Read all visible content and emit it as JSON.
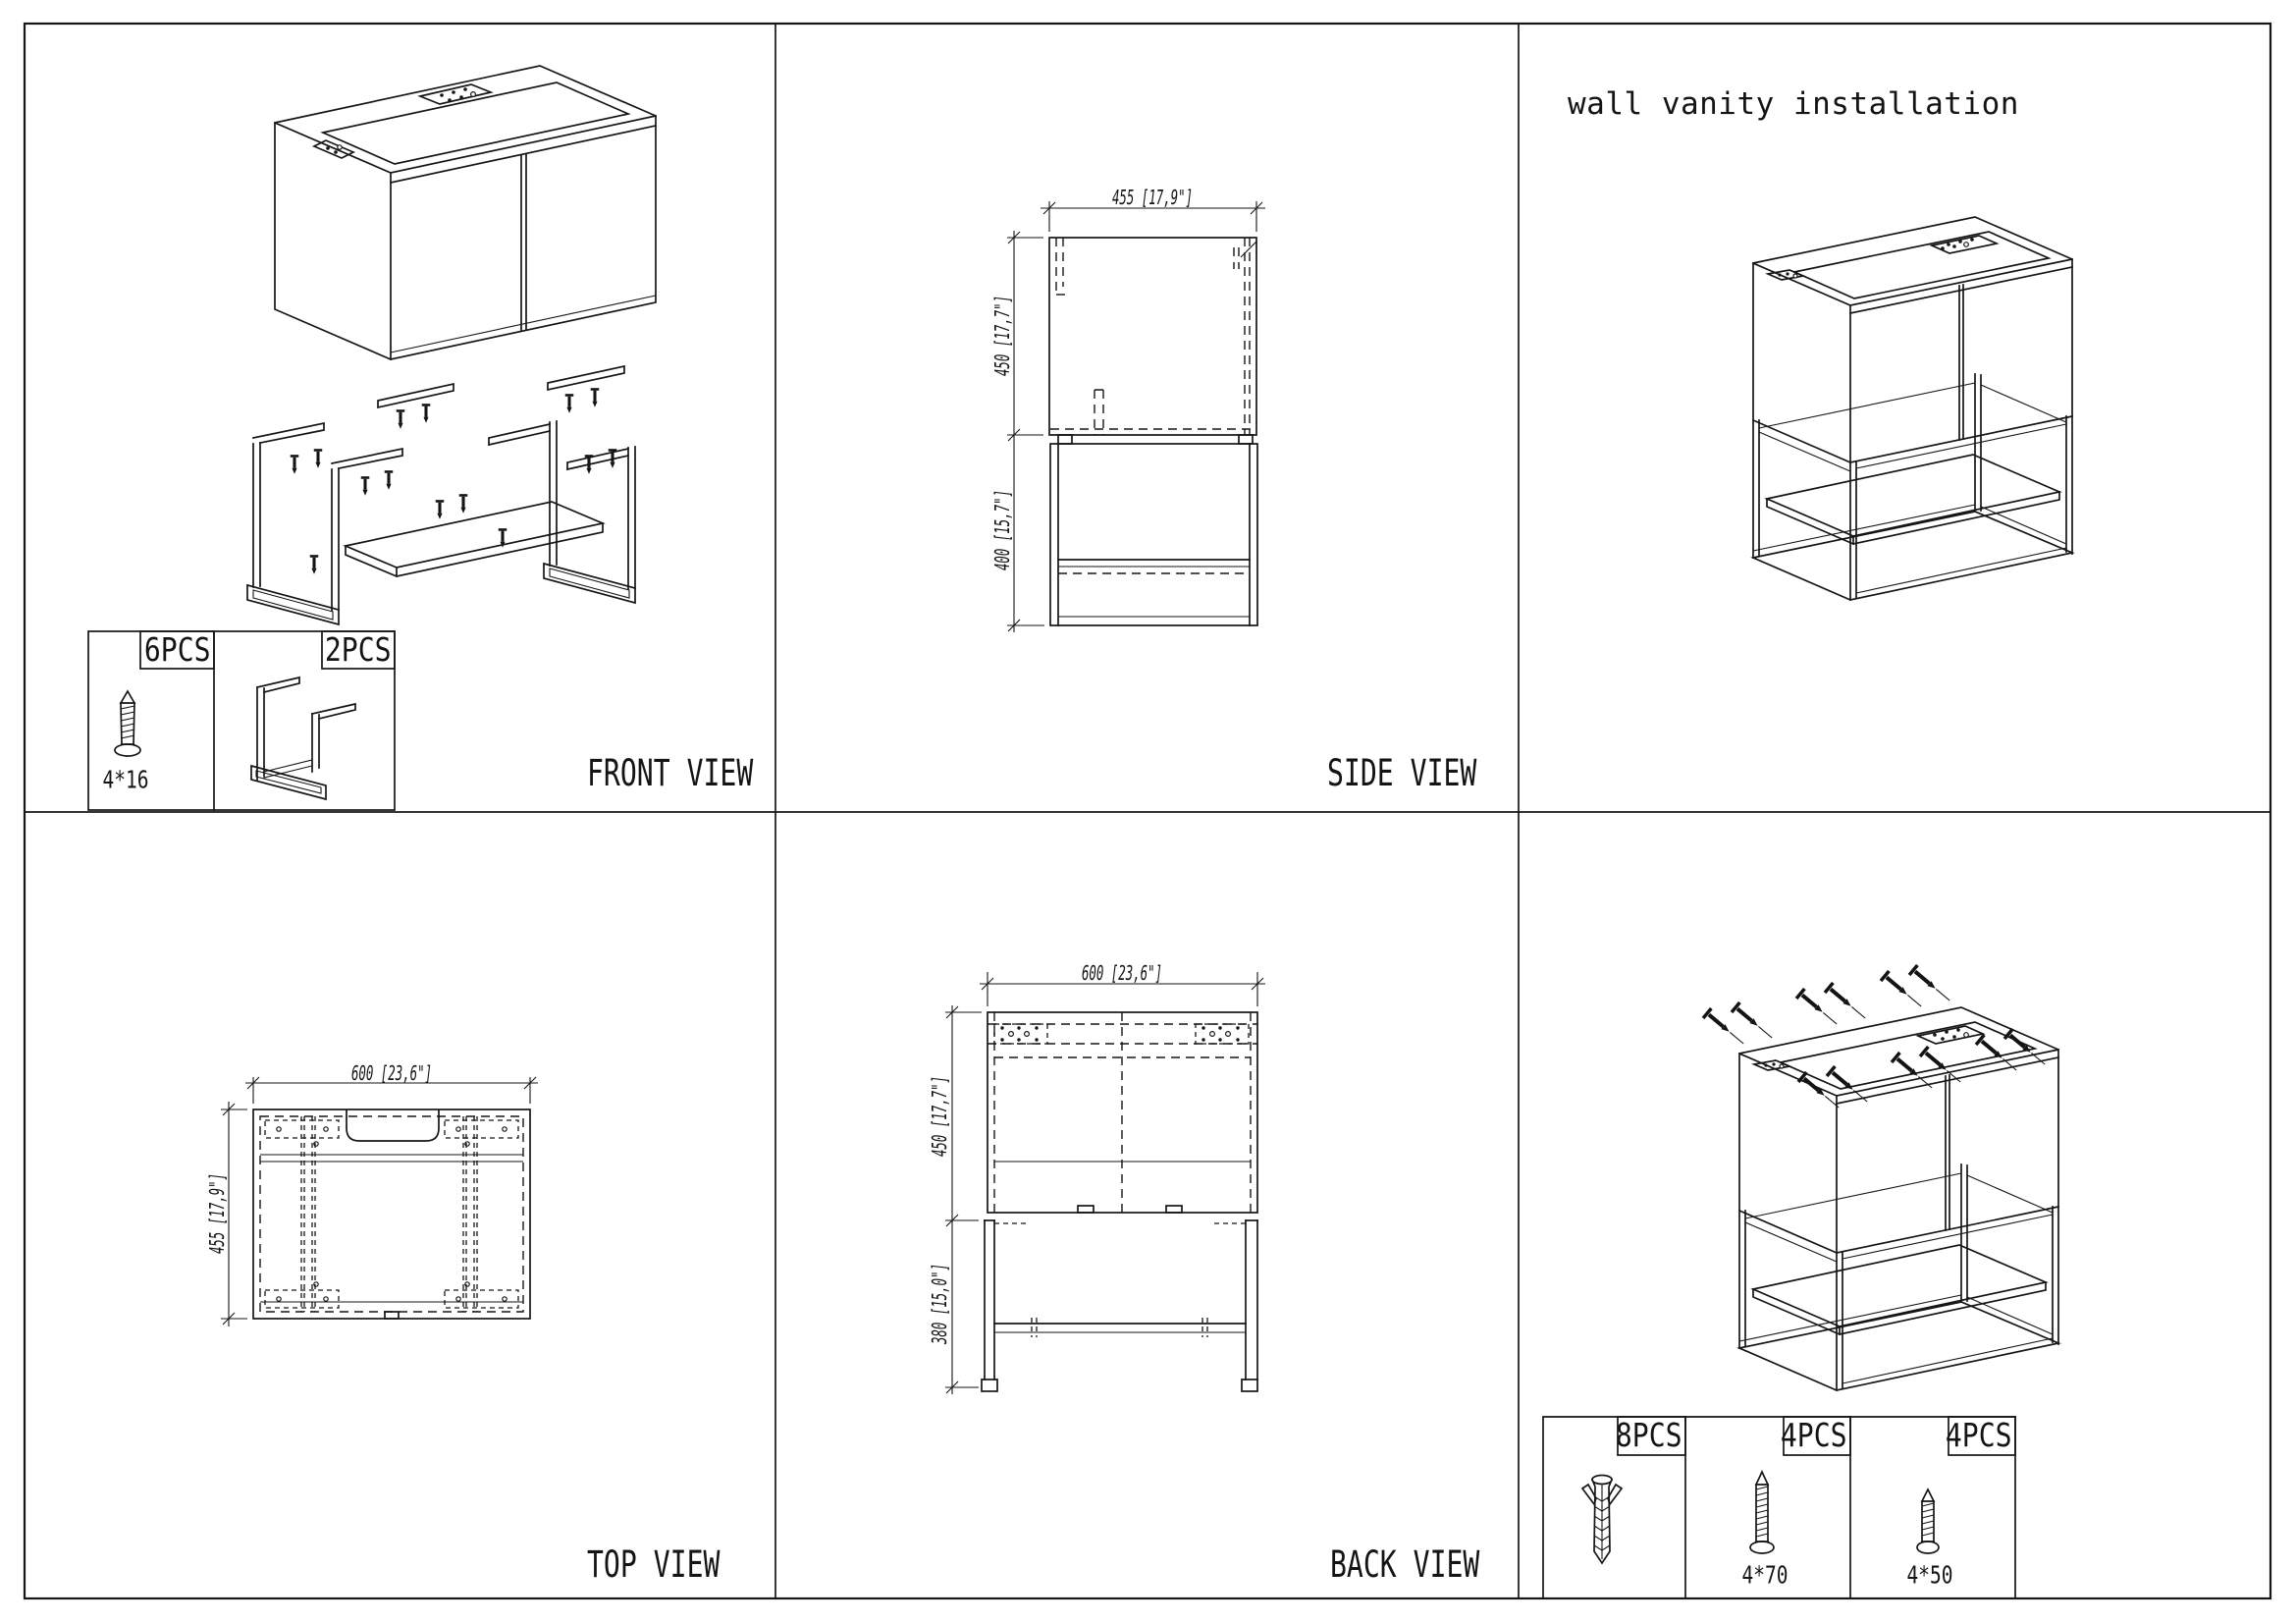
{
  "title": "wall vanity installation",
  "views": {
    "front": {
      "label": "FRONT VIEW"
    },
    "side": {
      "label": "SIDE VIEW",
      "dims": {
        "width": "455 [17,9\"]",
        "cabinet_height": "450 [17,7\"]",
        "base_height": "400 [15,7\"]"
      }
    },
    "top": {
      "label": "TOP VIEW",
      "dims": {
        "width": "600 [23,6\"]",
        "depth": "455 [17,9\"]"
      }
    },
    "back": {
      "label": "BACK VIEW",
      "dims": {
        "width": "600 [23,6\"]",
        "cabinet_height": "450 [17,7\"]",
        "base_height": "380 [15,0\"]"
      }
    }
  },
  "hardware": {
    "cabinet_screw": {
      "qty": "6PCS",
      "size": "4*16"
    },
    "leg_frame": {
      "qty": "2PCS"
    },
    "wall_anchor": {
      "qty": "8PCS"
    },
    "long_screw": {
      "qty": "4PCS",
      "size": "4*70"
    },
    "short_screw": {
      "qty": "4PCS",
      "size": "4*50"
    }
  }
}
